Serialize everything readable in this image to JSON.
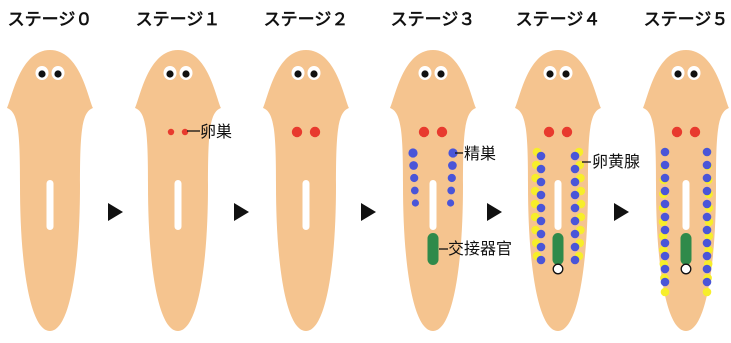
{
  "stages": [
    {
      "title": "ステージ０",
      "ovaries": false,
      "testes": 0,
      "yolk": 0,
      "copulatory": false,
      "gonopore": false
    },
    {
      "title": "ステージ１",
      "ovaries": true,
      "ovary_size": "small",
      "testes": 0,
      "yolk": 0,
      "copulatory": false,
      "gonopore": false
    },
    {
      "title": "ステージ２",
      "ovaries": true,
      "ovary_size": "large",
      "testes": 0,
      "yolk": 0,
      "copulatory": false,
      "gonopore": false
    },
    {
      "title": "ステージ３",
      "ovaries": true,
      "ovary_size": "large",
      "testes": 5,
      "yolk": 0,
      "copulatory": true,
      "gonopore": false
    },
    {
      "title": "ステージ４",
      "ovaries": true,
      "ovary_size": "large",
      "testes": 9,
      "yolk": 9,
      "copulatory": true,
      "gonopore": true
    },
    {
      "title": "ステージ５",
      "ovaries": true,
      "ovary_size": "large",
      "testes": 11,
      "yolk": 11,
      "copulatory": true,
      "gonopore": true
    }
  ],
  "labels": {
    "ovary": "卵巣",
    "testis": "精巣",
    "yolk_gland": "卵黄腺",
    "copulatory_organ": "交接器官"
  },
  "colors": {
    "body": "#f5c48f",
    "ovary": "#e83a2e",
    "testis": "#4a55d8",
    "yolk_gland": "#f7ee2a",
    "copulatory_organ": "#2f8a4a",
    "gonopore": "#ffffff"
  },
  "arrow_icon": "right-triangle-arrow"
}
